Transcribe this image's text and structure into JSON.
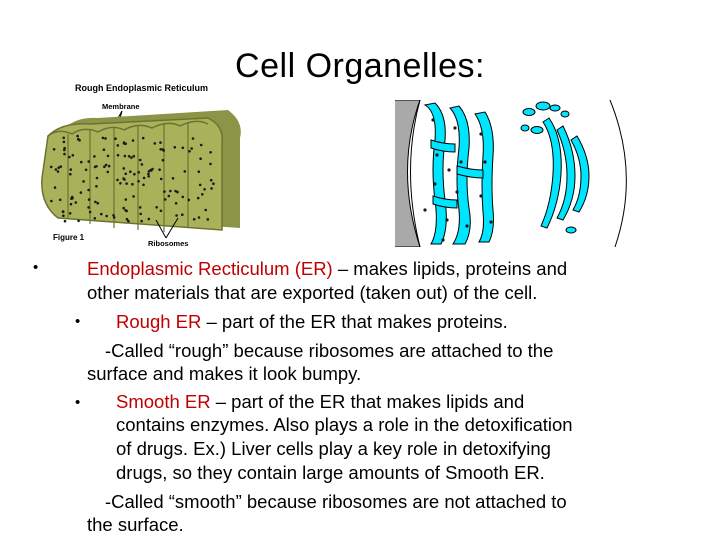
{
  "slide": {
    "title": "Cell Organelles:"
  },
  "figure_rough_er": {
    "label_title": "Rough Endoplasmic Reticulum",
    "label_membrane": "Membrane",
    "label_ribosomes": "Ribosomes",
    "label_figure": "Figure 1",
    "colors": {
      "membrane": "#a9b25a",
      "shadow": "#6c7330",
      "ribosome": "#1a1a1a"
    }
  },
  "figure_er_diagram": {
    "colors": {
      "nucleus": "#a9a9a9",
      "er": "#00e5ff",
      "outline": "#000000"
    }
  },
  "content": {
    "bullet_symbol": "•",
    "er_term": "Endoplasmic Recticulum (ER)",
    "er_line1_rest": " – makes lipids, proteins and",
    "er_line2": "other materials that are exported (taken out) of the cell.",
    "rough_term": "Rough ER",
    "rough_rest": " – part of the ER that makes proteins.",
    "rough_note_line1": "-Called “rough” because ribosomes are attached to the",
    "rough_note_line2": "surface and makes it look bumpy.",
    "smooth_term": "Smooth ER",
    "smooth_line1_rest": " – part of the ER that makes lipids and",
    "smooth_line2": "contains enzymes.  Also plays a role in the detoxification",
    "smooth_line3": "of drugs.  Ex.)  Liver cells play a key role in detoxifying",
    "smooth_line4": "drugs, so they contain large amounts of Smooth ER.",
    "smooth_note_line1": "-Called “smooth” because ribosomes are not attached to",
    "smooth_note_line2": "the surface.",
    "accent_color": "#c00000"
  }
}
